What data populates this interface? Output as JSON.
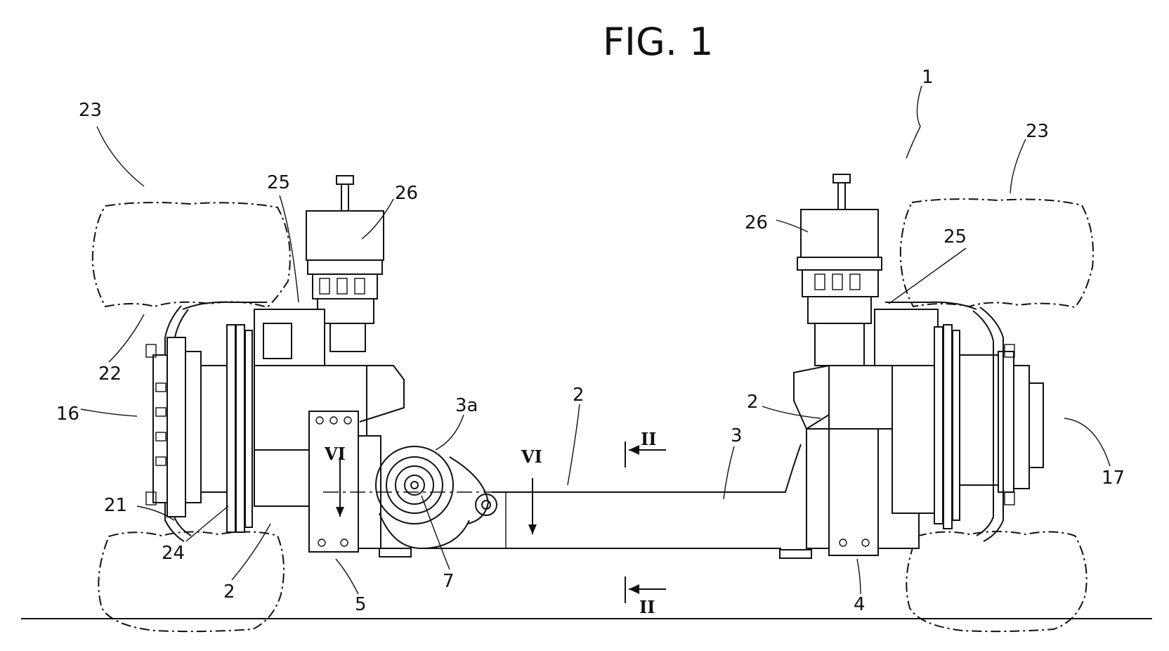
{
  "figure": {
    "title": "FIG. 1",
    "labels": {
      "n1": "1",
      "n2a": "2",
      "n2b": "2",
      "n2c": "2",
      "n3": "3",
      "n3a": "3a",
      "n4": "4",
      "n5": "5",
      "n7": "7",
      "n16": "16",
      "n17": "17",
      "n21": "21",
      "n22": "22",
      "n23a": "23",
      "n23b": "23",
      "n24": "24",
      "n25a": "25",
      "n25b": "25",
      "n26a": "26",
      "n26b": "26"
    },
    "section_marks": {
      "II_top": "II",
      "II_bottom": "II",
      "VI_left": "VI",
      "VI_right": "VI"
    }
  }
}
